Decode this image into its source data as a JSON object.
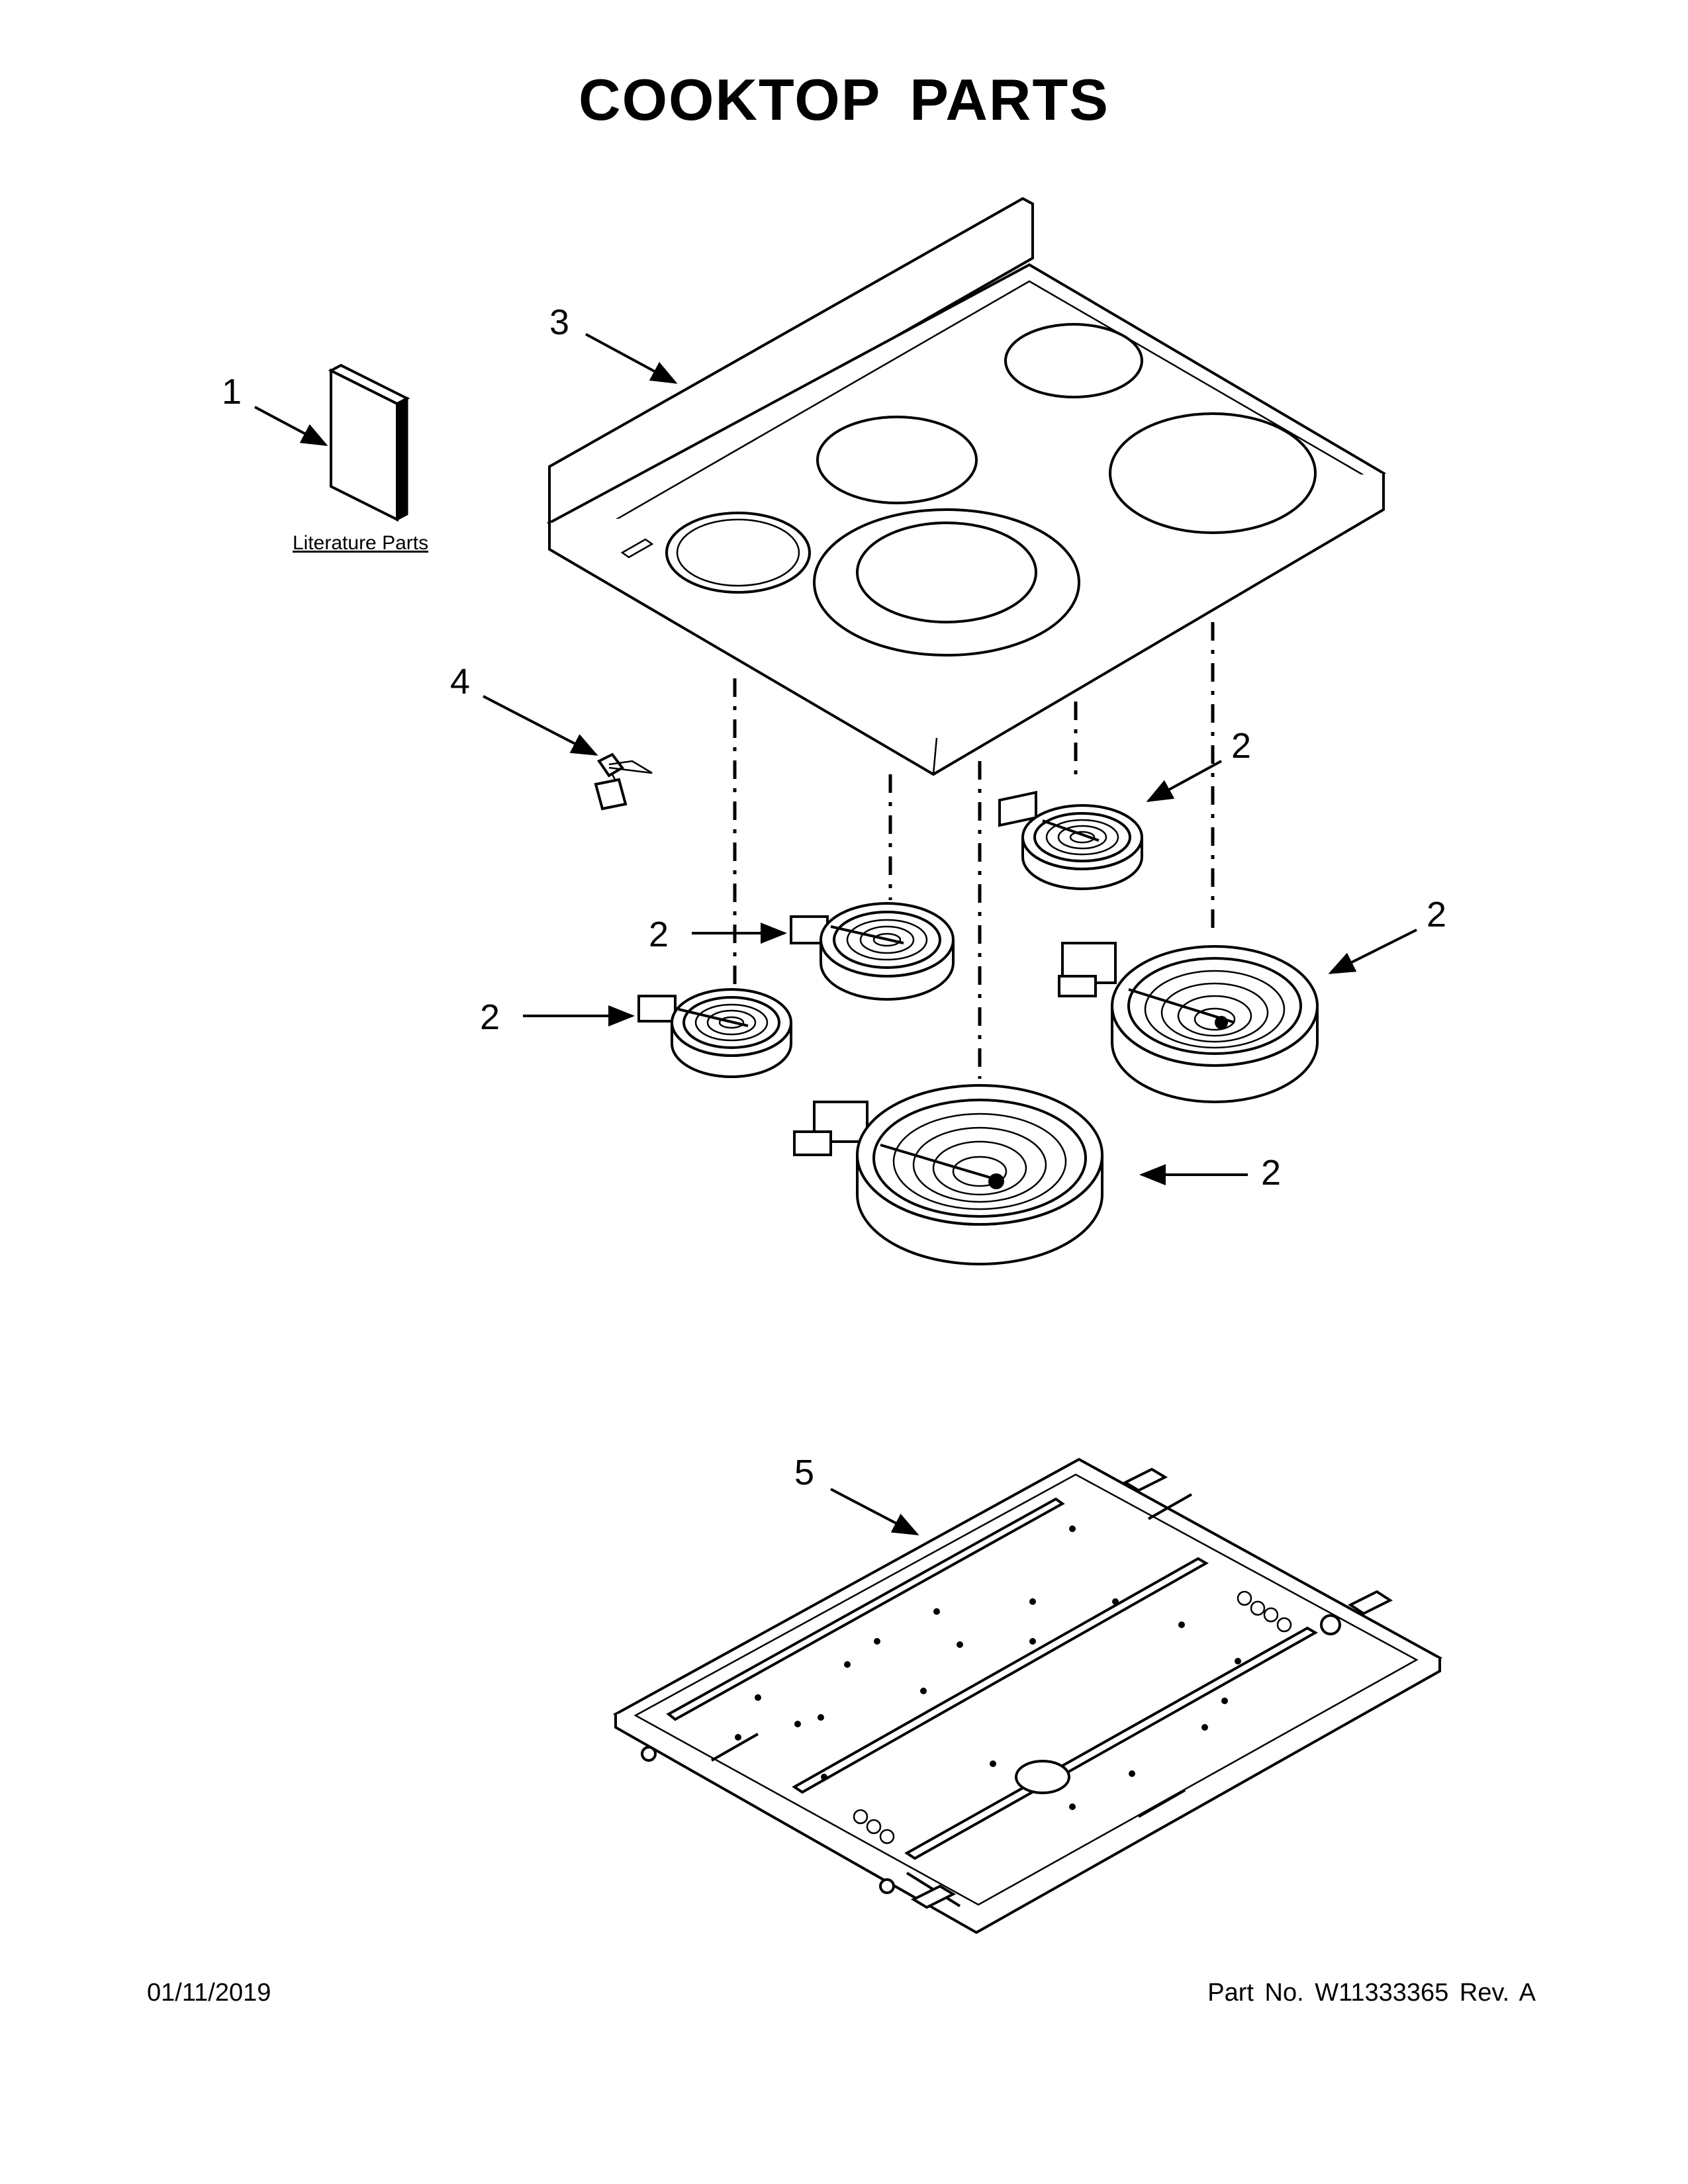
{
  "page": {
    "title": "COOKTOP PARTS",
    "date": "01/11/2019",
    "part_number": "Part No.  W11333365  Rev.  A"
  },
  "callouts": {
    "literature": "1",
    "literature_label": "Literature Parts",
    "element": "2",
    "cooktop": "3",
    "sensor": "4",
    "tray": "5"
  }
}
